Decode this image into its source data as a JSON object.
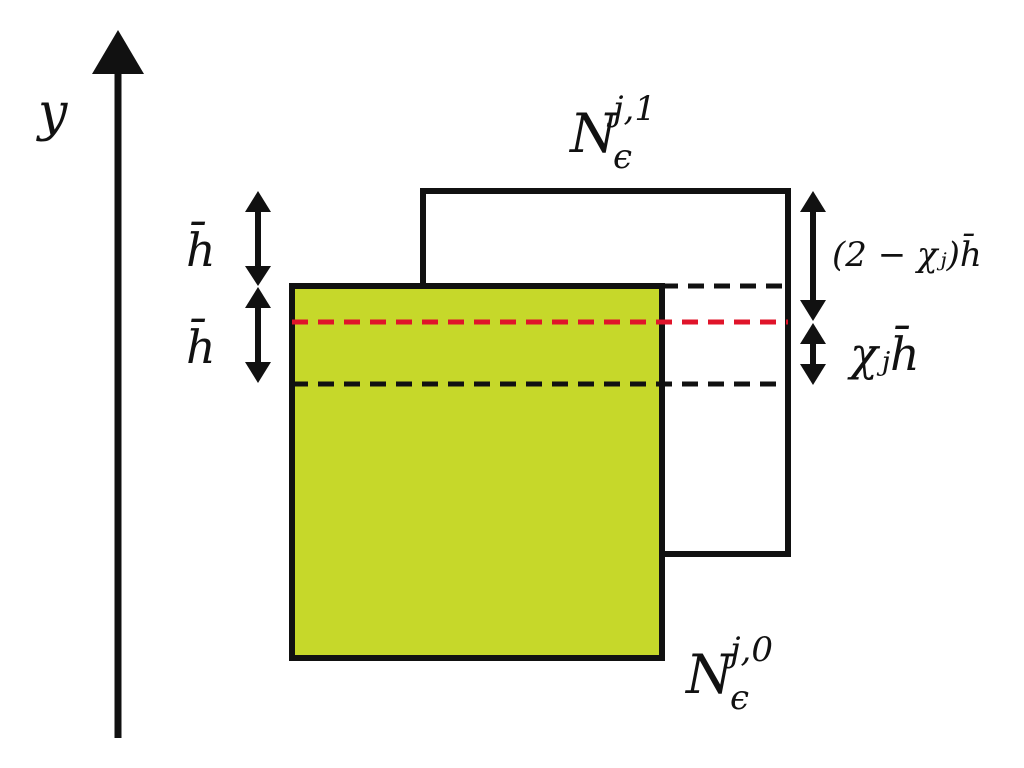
{
  "axis": {
    "label": "y"
  },
  "boxes": {
    "upper": {
      "label_main": "N",
      "label_sub": "ϵ",
      "label_sup": "j,1",
      "fill": "#ffffff"
    },
    "lower": {
      "label_main": "N",
      "label_sub": "ϵ",
      "label_sup": "j,0",
      "fill": "#c6d82a"
    }
  },
  "left_dimensions": {
    "top": "h̄",
    "bottom": "h̄"
  },
  "right_dimensions": {
    "upper_label": "(2 − χⱼ)h̄",
    "lower_label": "χⱼh̄"
  },
  "colors": {
    "stroke": "#111111",
    "red_dash": "#e0142a",
    "green_fill": "#c6d82a"
  }
}
